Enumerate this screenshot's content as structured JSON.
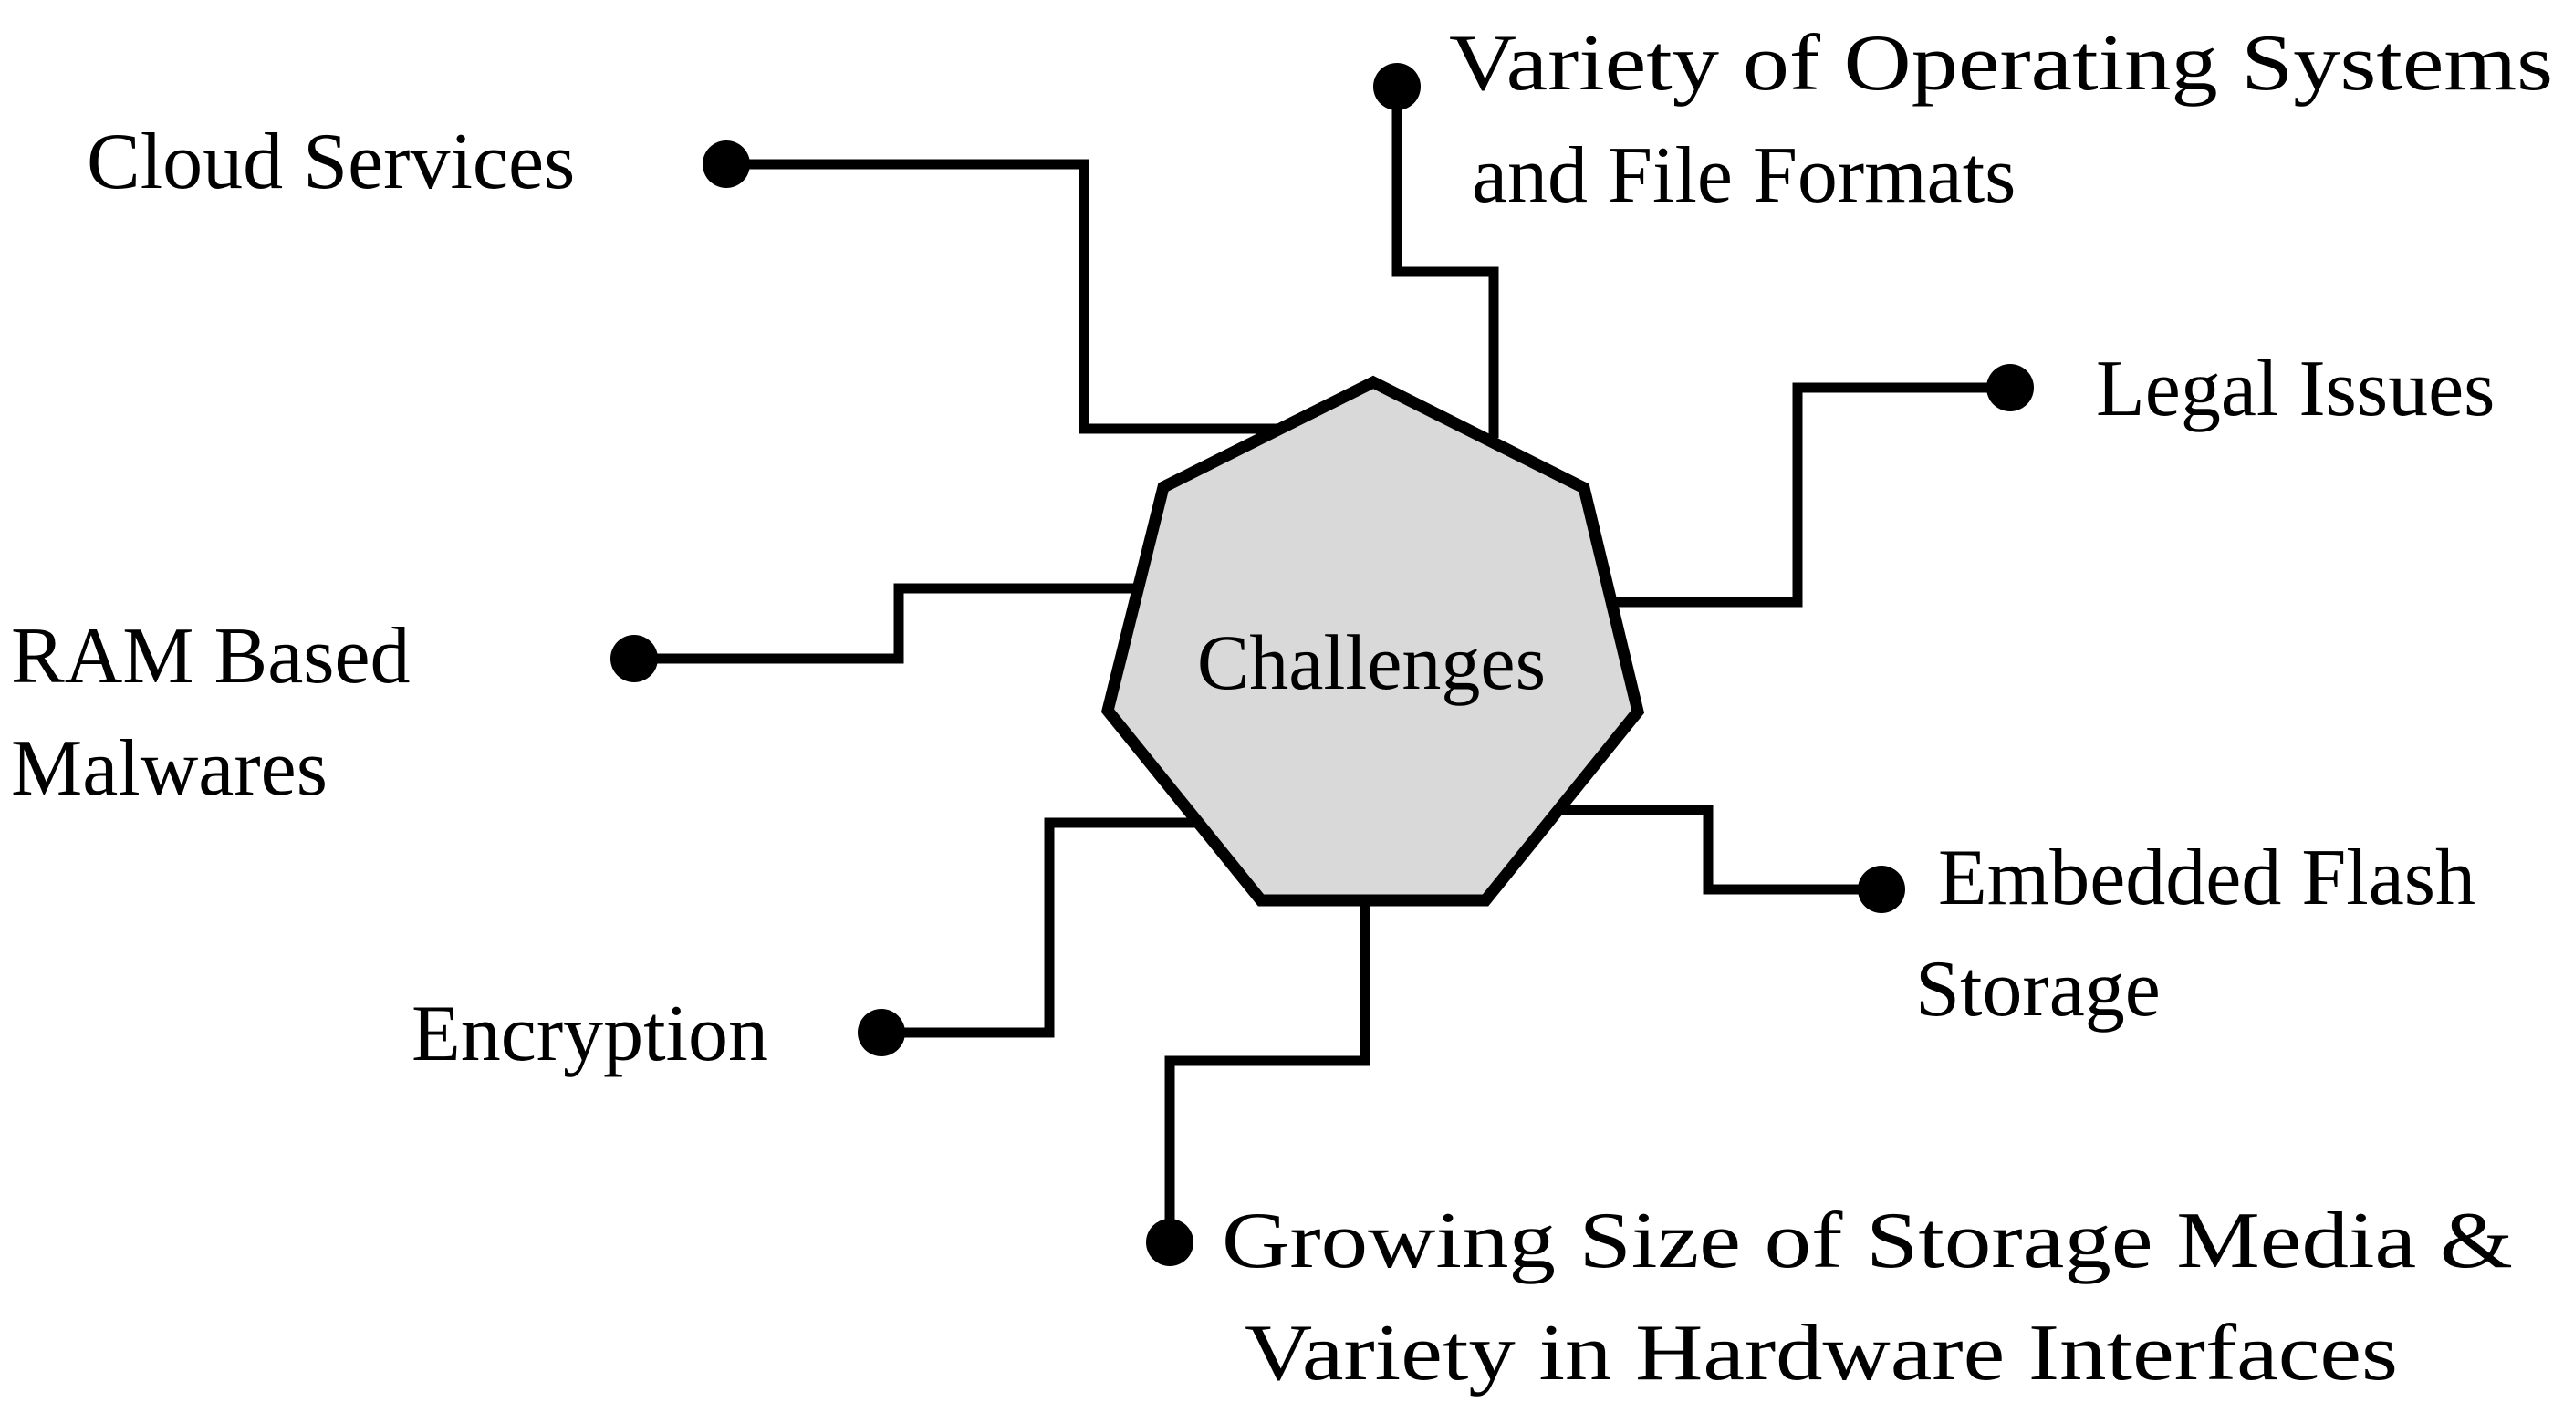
{
  "center": {
    "label": "Challenges",
    "fill_color": "#d9d9d9",
    "stroke_color": "#000000"
  },
  "challenges": [
    {
      "id": "cloud-services",
      "lines": [
        "Cloud Services"
      ]
    },
    {
      "id": "os-file-formats",
      "lines": [
        "Variety of Operating Systems",
        "and File Formats"
      ]
    },
    {
      "id": "legal-issues",
      "lines": [
        "Legal Issues"
      ]
    },
    {
      "id": "ram-malwares",
      "lines": [
        "RAM Based",
        "Malwares"
      ]
    },
    {
      "id": "embedded-flash",
      "lines": [
        "Embedded Flash",
        "Storage"
      ]
    },
    {
      "id": "encryption",
      "lines": [
        "Encryption"
      ]
    },
    {
      "id": "storage-media",
      "lines": [
        "Growing Size of Storage Media &",
        "Variety in Hardware Interfaces"
      ]
    }
  ]
}
